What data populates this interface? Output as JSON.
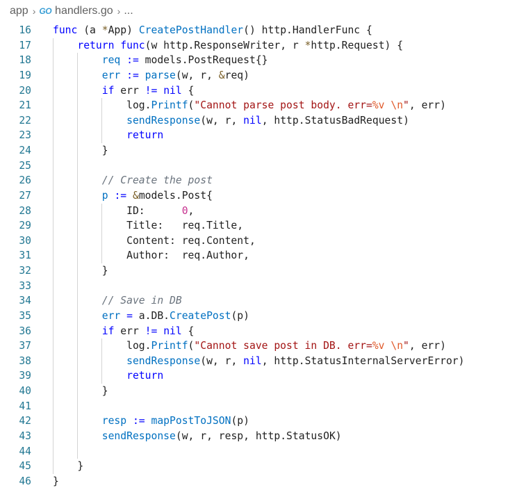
{
  "breadcrumb": {
    "folder": "app",
    "file_icon": "go-file-icon",
    "file_icon_text": "GO",
    "file": "handlers.go",
    "more": "..."
  },
  "editor": {
    "language": "go",
    "lines": [
      {
        "n": "16",
        "text": "func (a *App) CreatePostHandler() http.HandlerFunc {"
      },
      {
        "n": "17",
        "text": "    return func(w http.ResponseWriter, r *http.Request) {"
      },
      {
        "n": "18",
        "text": "        req := models.PostRequest{}"
      },
      {
        "n": "19",
        "text": "        err := parse(w, r, &req)"
      },
      {
        "n": "20",
        "text": "        if err != nil {"
      },
      {
        "n": "21",
        "text": "            log.Printf(\"Cannot parse post body. err=%v \\n\", err)"
      },
      {
        "n": "22",
        "text": "            sendResponse(w, r, nil, http.StatusBadRequest)"
      },
      {
        "n": "23",
        "text": "            return"
      },
      {
        "n": "24",
        "text": "        }"
      },
      {
        "n": "25",
        "text": ""
      },
      {
        "n": "26",
        "text": "        // Create the post"
      },
      {
        "n": "27",
        "text": "        p := &models.Post{"
      },
      {
        "n": "28",
        "text": "            ID:      0,"
      },
      {
        "n": "29",
        "text": "            Title:   req.Title,"
      },
      {
        "n": "30",
        "text": "            Content: req.Content,"
      },
      {
        "n": "31",
        "text": "            Author:  req.Author,"
      },
      {
        "n": "32",
        "text": "        }"
      },
      {
        "n": "33",
        "text": ""
      },
      {
        "n": "34",
        "text": "        // Save in DB"
      },
      {
        "n": "35",
        "text": "        err = a.DB.CreatePost(p)"
      },
      {
        "n": "36",
        "text": "        if err != nil {"
      },
      {
        "n": "37",
        "text": "            log.Printf(\"Cannot save post in DB. err=%v \\n\", err)"
      },
      {
        "n": "38",
        "text": "            sendResponse(w, r, nil, http.StatusInternalServerError)"
      },
      {
        "n": "39",
        "text": "            return"
      },
      {
        "n": "40",
        "text": "        }"
      },
      {
        "n": "41",
        "text": ""
      },
      {
        "n": "42",
        "text": "        resp := mapPostToJSON(p)"
      },
      {
        "n": "43",
        "text": "        sendResponse(w, r, resp, http.StatusOK)"
      },
      {
        "n": "44",
        "text": ""
      },
      {
        "n": "45",
        "text": "    }"
      },
      {
        "n": "46",
        "text": "}"
      }
    ]
  },
  "colors": {
    "background": "#ffffff",
    "line_number": "#237893",
    "keyword": "#0000ff",
    "function": "#795e26",
    "string": "#a31515",
    "comment": "#6a737d",
    "number_literal": "#c62f8e",
    "indent_guide": "#d3d3d3"
  }
}
